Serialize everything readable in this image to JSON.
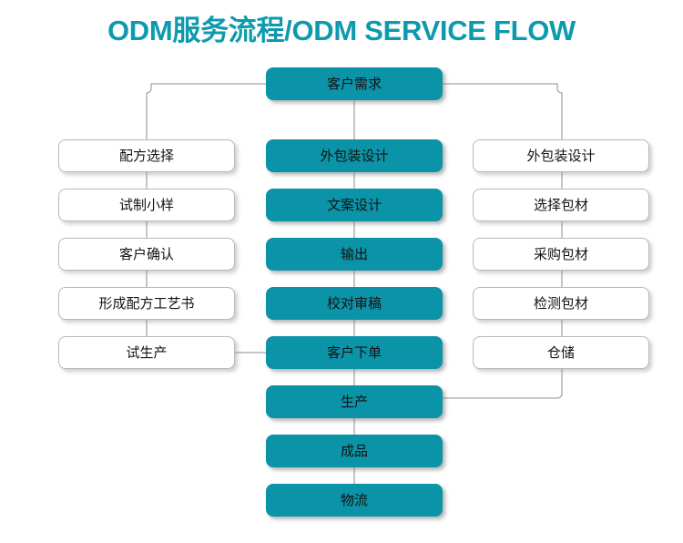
{
  "title": "ODM服务流程/ODM SERVICE FLOW",
  "colors": {
    "title": "#0e9aad",
    "teal_box": "#0b93a7",
    "plain_box_border": "#b9b9b9",
    "plain_box_fill": "#ffffff",
    "connector": "#8c8c8c",
    "text": "#131313",
    "background": "#ffffff"
  },
  "nodes": {
    "head": {
      "label": "客户需求"
    },
    "left_column": [
      {
        "label": "配方选择"
      },
      {
        "label": "试制小样"
      },
      {
        "label": "客户确认"
      },
      {
        "label": "形成配方工艺书"
      },
      {
        "label": "试生产"
      }
    ],
    "center_column": [
      {
        "label": "外包装设计"
      },
      {
        "label": "文案设计"
      },
      {
        "label": "输出"
      },
      {
        "label": "校对审稿"
      },
      {
        "label": "客户下单"
      },
      {
        "label": "生产"
      },
      {
        "label": "成品"
      },
      {
        "label": "物流"
      }
    ],
    "right_column": [
      {
        "label": "外包装设计"
      },
      {
        "label": "选择包材"
      },
      {
        "label": "采购包材"
      },
      {
        "label": "检测包材"
      },
      {
        "label": "仓储"
      }
    ]
  }
}
